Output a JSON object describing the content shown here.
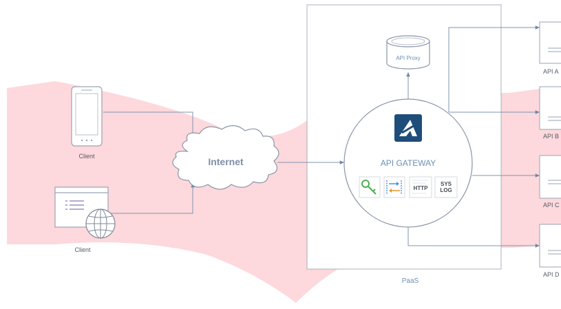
{
  "clients": [
    {
      "label": "Client",
      "icon": "mobile-phone-icon"
    },
    {
      "label": "Client",
      "icon": "web-browser-icon"
    }
  ],
  "internet": {
    "label": "Internet",
    "icon": "cloud-icon"
  },
  "paas": {
    "label": "PaaS"
  },
  "proxy": {
    "label": "API Proxy",
    "icon": "database-icon"
  },
  "gateway": {
    "label": "API GATEWAY",
    "logo": "gateway-logo-icon",
    "features": [
      {
        "icon": "key-icon"
      },
      {
        "icon": "transform-arrows-icon"
      },
      {
        "icon": "http-icon",
        "text": "HTTP"
      },
      {
        "icon": "syslog-icon",
        "text_line1": "SYS",
        "text_line2": "LOG"
      }
    ]
  },
  "apis": [
    {
      "label": "API A"
    },
    {
      "label": "API B"
    },
    {
      "label": "API C"
    },
    {
      "label": "API D"
    }
  ],
  "colors": {
    "band": "#fdd8dc",
    "line": "#7f95b0",
    "box": "#a8b0bc",
    "internet_text": "#7f8fa6",
    "logo_bg": "#1e4d7a"
  }
}
